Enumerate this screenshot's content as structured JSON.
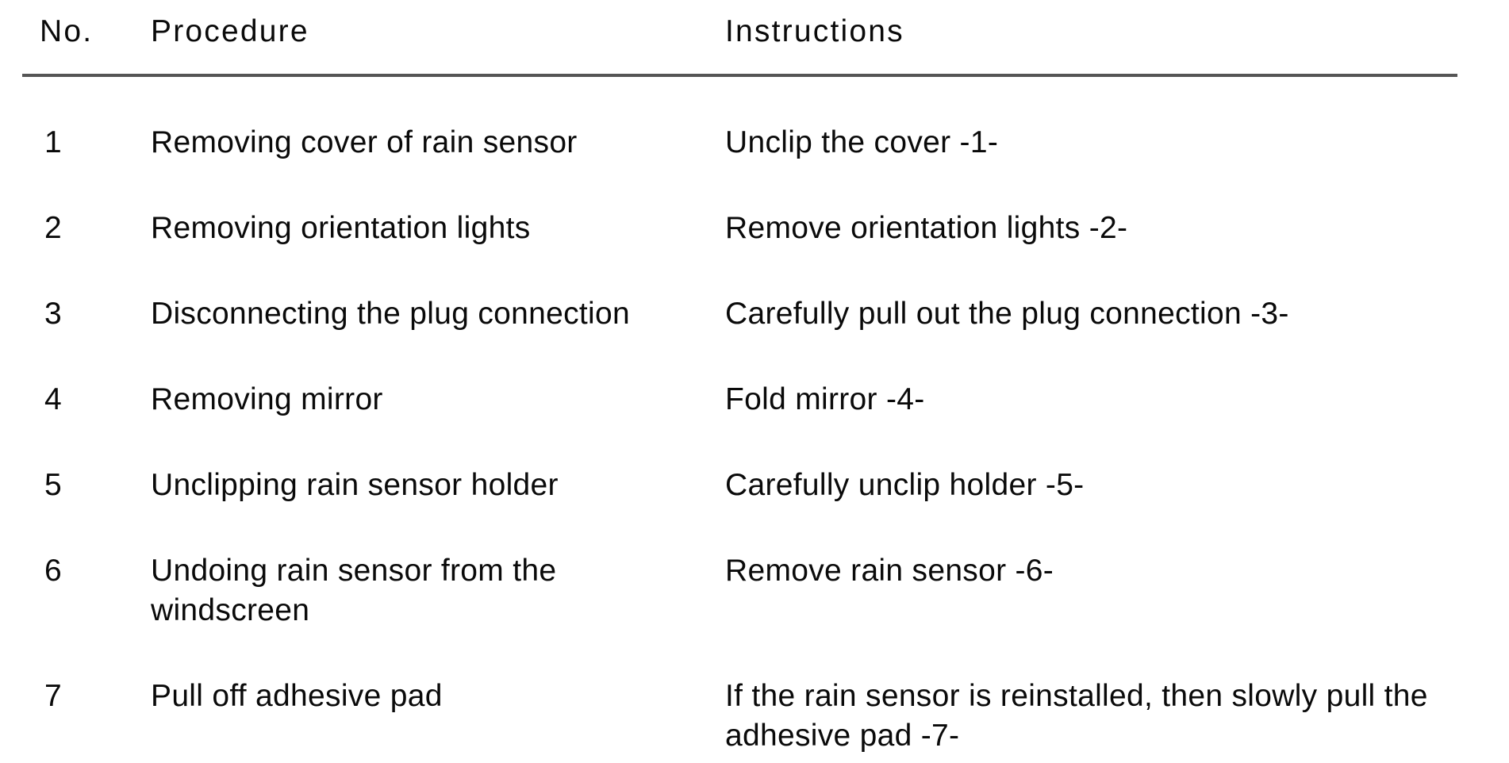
{
  "page": {
    "background": "#ffffff"
  },
  "table": {
    "headers": {
      "no": "No.",
      "procedure": "Procedure",
      "instructions": "Instructions"
    },
    "rows": [
      {
        "no": "1",
        "procedure": "Removing cover of rain sensor",
        "instructions": "Unclip the cover -1-"
      },
      {
        "no": "2",
        "procedure": "Removing orientation lights",
        "instructions": "Remove orientation lights -2-"
      },
      {
        "no": "3",
        "procedure": "Disconnecting the plug connection",
        "instructions": "Carefully pull out the plug connection -3-"
      },
      {
        "no": "4",
        "procedure": "Removing mirror",
        "instructions": "Fold mirror -4-"
      },
      {
        "no": "5",
        "procedure": "Unclipping rain sensor holder",
        "instructions": "Carefully unclip holder -5-"
      },
      {
        "no": "6",
        "procedure": "Undoing rain sensor from the windscreen",
        "instructions": "Remove rain sensor -6-"
      },
      {
        "no": "7",
        "procedure": "Pull off adhesive pad",
        "instructions": "If the rain sensor is reinstalled, then slowly pull the adhesive pad -7-"
      }
    ],
    "colors": {
      "text": "#0a0a0a",
      "rule": "#555555",
      "background": "#ffffff"
    }
  }
}
